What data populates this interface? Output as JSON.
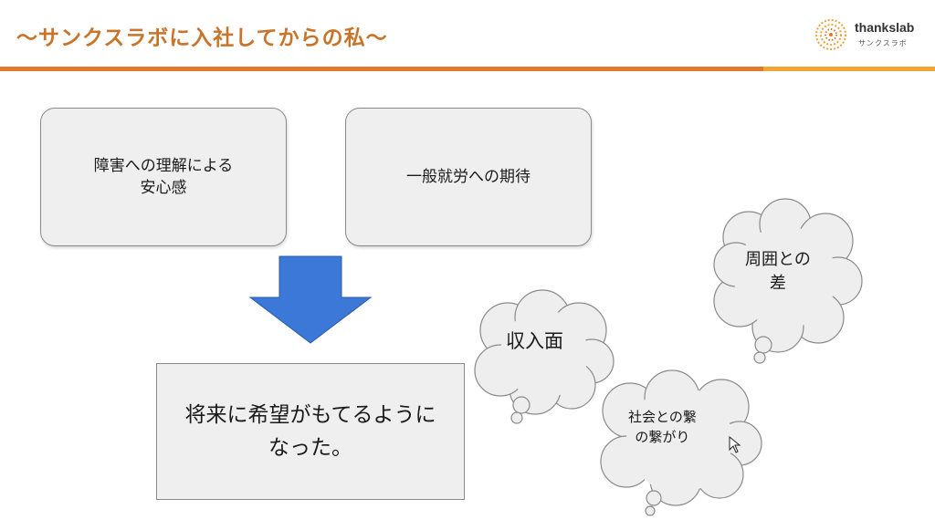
{
  "header": {
    "title": "〜サンクスラボに入社してからの私〜",
    "logo_text": "thankslab",
    "logo_subtext": "サンクスラボ"
  },
  "boxes": {
    "top_left": {
      "line1": "障害への理解による",
      "line2": "安心感"
    },
    "top_right": {
      "line1": "一般就労への期待"
    },
    "bottom": {
      "line1": "将来に希望がもてるように",
      "line2": "なった。"
    }
  },
  "thoughts": {
    "income": {
      "line1": "収入面"
    },
    "difference": {
      "line1": "周囲との",
      "line2": "差"
    },
    "social": {
      "line1": "社会との繋",
      "line2": "の繋がり"
    }
  },
  "colors": {
    "title": "#c8742a",
    "rule_primary": "#e07a2a",
    "rule_secondary": "#f2a531",
    "arrow": "#3b78d8",
    "box_fill": "#efefef"
  },
  "icons": {
    "arrow": "down-arrow-icon",
    "logo": "thankslab-logo-icon",
    "cursor": "mouse-cursor-icon"
  }
}
